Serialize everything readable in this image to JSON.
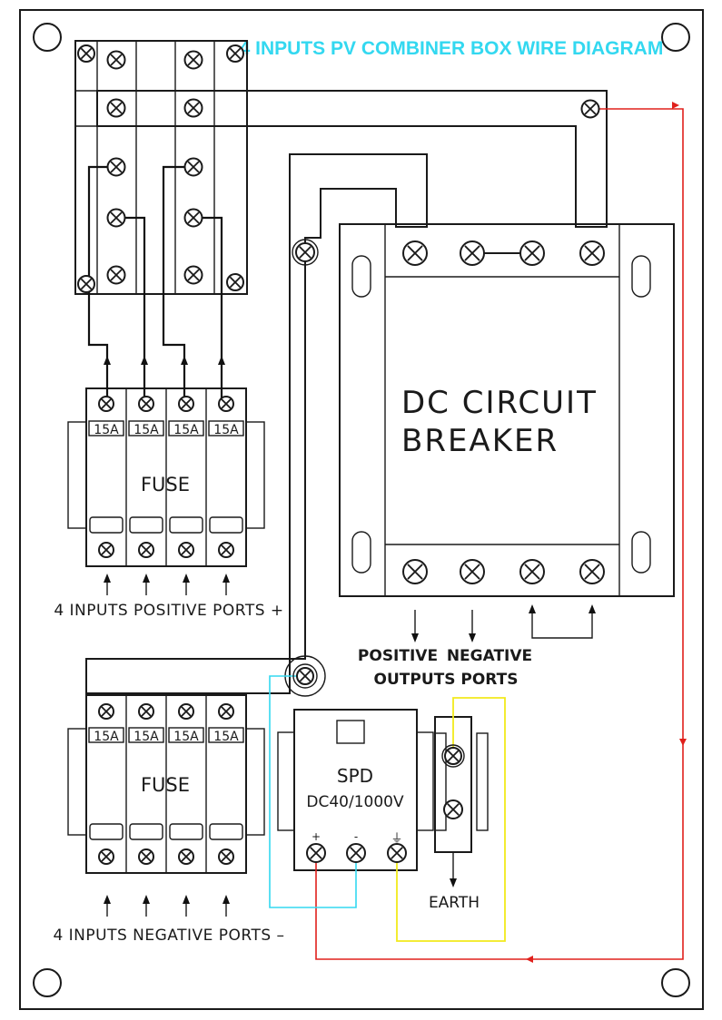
{
  "diagram": {
    "title": "4 INPUTS PV COMBINER BOX WIRE DIAGRAM",
    "dc_breaker_line1": "DC CIRCUIT",
    "dc_breaker_line2": "BREAKER",
    "fuse_label_top": "FUSE",
    "fuse_label_bottom": "FUSE",
    "fuse_rating": "15A",
    "positive_inputs_label": "4 INPUTS POSITIVE PORTS +",
    "negative_inputs_label": "4 INPUTS NEGATIVE PORTS –",
    "outputs_line1_a": "POSITIVE",
    "outputs_line1_b": "NEGATIVE",
    "outputs_line2": "OUTPUTS PORTS",
    "spd_label": "SPD",
    "spd_rating": "DC40/1000V",
    "spd_plus": "+",
    "spd_minus": "-",
    "spd_earth_symbol": "⏚",
    "earth_label": "EARTH",
    "colors": {
      "title": "#33d8f0",
      "red_wire": "#e0201c",
      "cyan_wire": "#33d8f0",
      "yellow_wire": "#f2ea1c"
    }
  }
}
